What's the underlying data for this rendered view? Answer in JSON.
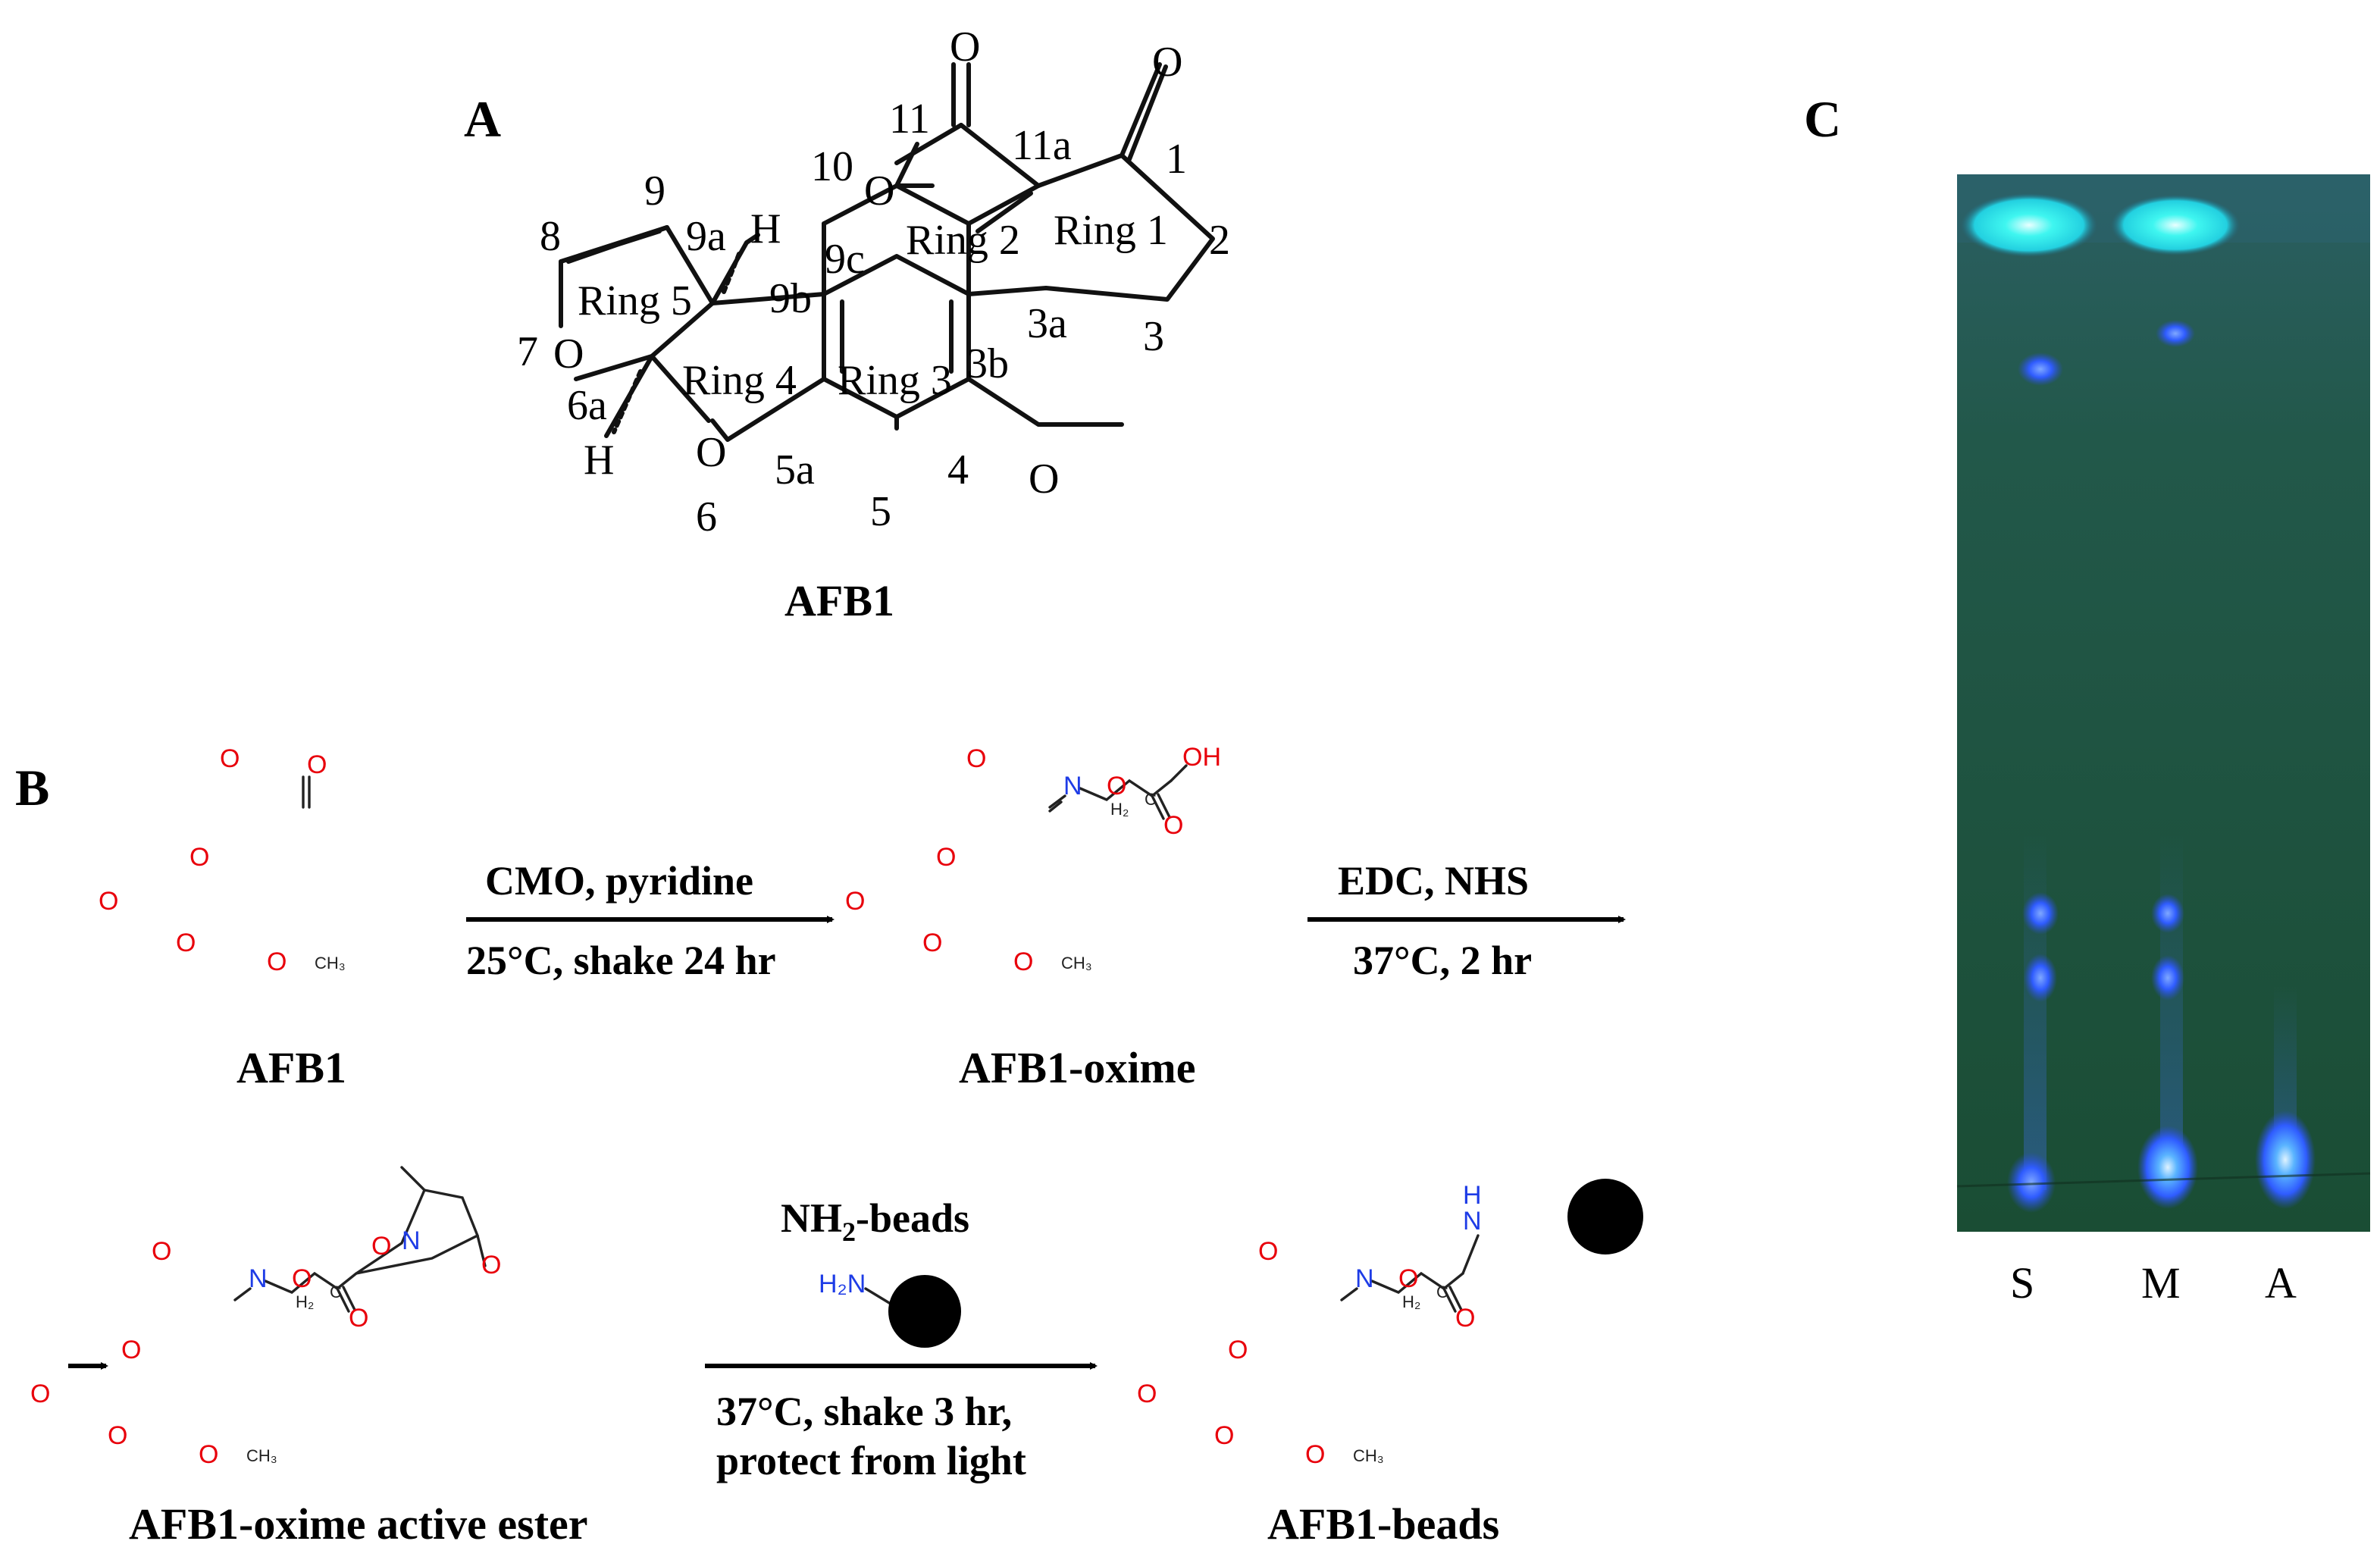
{
  "panels": {
    "a": "A",
    "b": "B",
    "c": "C"
  },
  "panel_a": {
    "compound_name": "AFB1",
    "ring_labels": [
      "Ring 1",
      "Ring 2",
      "Ring 3",
      "Ring 4",
      "Ring 5"
    ],
    "position_labels": {
      "p1": "1",
      "p2": "2",
      "p3": "3",
      "p3a": "3a",
      "p3b": "3b",
      "p4": "4",
      "p5": "5",
      "p5a": "5a",
      "p6": "6",
      "p6a": "6a",
      "p7": "7",
      "p8": "8",
      "p9": "9",
      "p9a": "9a",
      "p9b": "9b",
      "p9c": "9c",
      "p10": "10",
      "p11": "11",
      "p11a": "11a"
    },
    "atoms": {
      "o": "O",
      "h": "H"
    }
  },
  "panel_b": {
    "compounds": {
      "afb1": "AFB1",
      "oxime": "AFB1-oxime",
      "active_ester": "AFB1-oxime active ester",
      "beads": "AFB1-beads"
    },
    "step1": {
      "top": "CMO, pyridine",
      "bottom": "25°C, shake 24 hr"
    },
    "step2": {
      "top": "EDC, NHS",
      "bottom": "37°C, 2 hr"
    },
    "step3": {
      "top_main": "NH",
      "top_sub": "2",
      "top_tail": "-beads",
      "line1": "37°C, shake 3 hr,",
      "line2": "protect from light"
    },
    "atom_labels": {
      "o": "O",
      "oh": "OH",
      "n": "N",
      "h2n": "H₂N",
      "nh_n": "N",
      "nh_h": "H",
      "ch3": "CH₃",
      "c": "C",
      "h2": "H₂"
    }
  },
  "panel_c": {
    "lanes": [
      "S",
      "M",
      "A"
    ],
    "colors": {
      "plate": "#1d5a3e",
      "top_spot": "#2ef2ec",
      "spot": "#2f5cff"
    }
  }
}
